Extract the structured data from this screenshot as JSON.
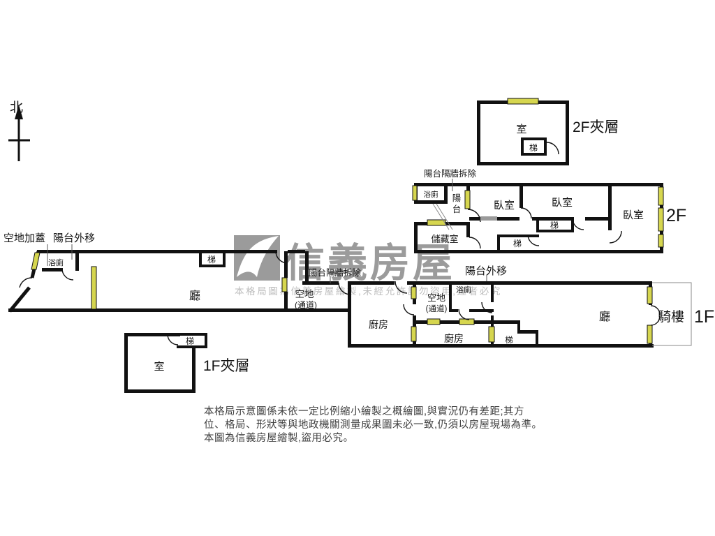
{
  "compass": {
    "north": "北"
  },
  "watermark": {
    "brand": "信義房屋",
    "notice": "本格局圖為信義房屋繪製,未經允許請勿盜用,違者必究"
  },
  "f2m": {
    "room": "室",
    "stairs": "梯",
    "title": "2F夾層"
  },
  "f2": {
    "title": "2F",
    "remove_note": "陽台隔牆拆除",
    "bathroom": "浴廁",
    "balcony": "陽台",
    "storage": "儲藏室",
    "bedroom_left": "臥室",
    "bedroom_mid": "臥室",
    "bedroom_right": "臥室",
    "stairs_upper": "梯",
    "stairs_lower": "梯"
  },
  "f1": {
    "title": "1F",
    "covered_open_note": "空地加蓋",
    "balcony_out_left": "陽台外移",
    "balcony_out_right": "陽台外移",
    "remove_note": "陽台隔牆拆除",
    "bathroom_left": "浴廁",
    "bathroom_right": "浴廁",
    "hall_left": "廳",
    "hall_right": "廳",
    "kitchen_left": "廚房",
    "kitchen_right": "廚房",
    "stairs_left": "梯",
    "stairs_right": "梯",
    "passage1_line1": "空地",
    "passage1_line2": "(通道)",
    "passage2_line1": "空地",
    "passage2_line2": "(通道)",
    "arcade": "騎樓"
  },
  "f1m": {
    "room": "室",
    "stairs": "梯",
    "title": "1F夾層"
  },
  "disclaimer": {
    "line1": "本格局示意圖係未依一定比例縮小繪製之概繪圖,與實況仍有差距;其方",
    "line2": "位、格局、形狀等與地政機關測量成果圖未必一致,仍須以房屋現場為準。",
    "line3": "本圖為信義房屋繪製,盜用必究。"
  },
  "colors": {
    "wall": "#111111",
    "window": "#d6d64f",
    "watermark_gray": "#9b9b9b",
    "watermark_text_light": "#bdbdbd",
    "arcade_outline": "#8a8a8a",
    "disclaimer_text": "#414141"
  }
}
